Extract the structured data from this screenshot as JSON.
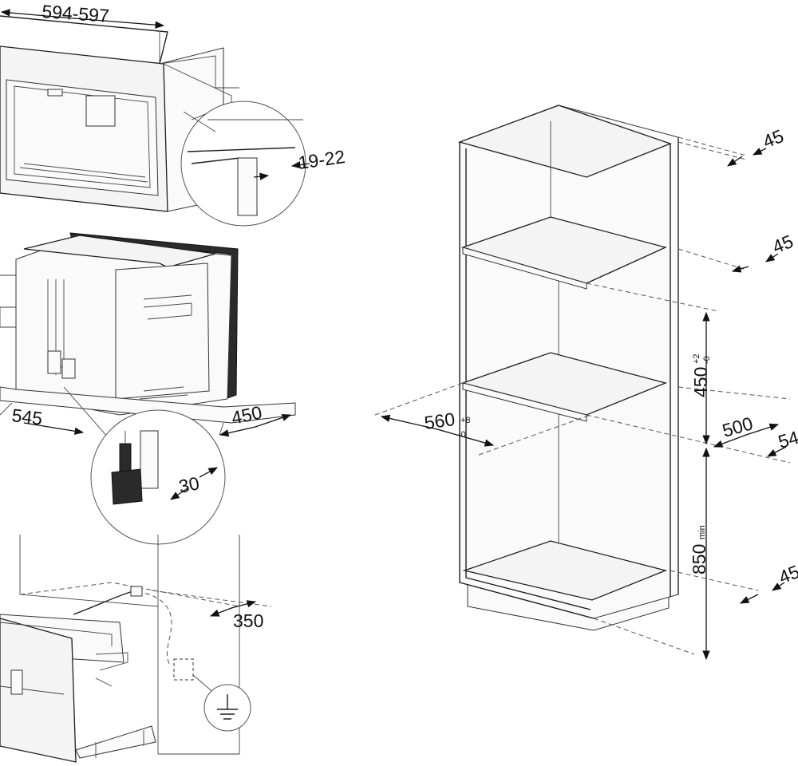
{
  "dimensions": {
    "width_range": "594-597",
    "gap": "19-22",
    "depth": "545",
    "depth_front": "450",
    "plug_offset": "30",
    "cable_length": "350",
    "niche_width": "560",
    "niche_width_tol_plus": "+8",
    "niche_width_tol_minus": "-0",
    "niche_height": "450",
    "niche_height_tol_plus": "+2",
    "niche_height_tol_minus": "-0",
    "base_height": "850",
    "base_height_suffix": "min",
    "niche_depth": "500",
    "cabinet_depth_partial": "54",
    "vent_top": "45",
    "vent_shelf": "45",
    "vent_bottom": "45"
  }
}
